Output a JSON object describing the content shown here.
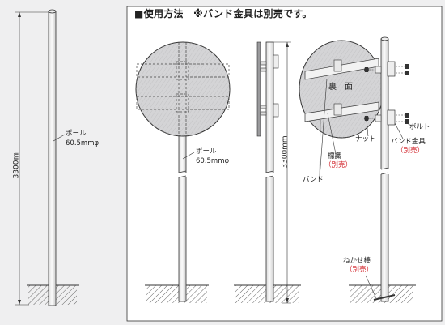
{
  "title": "■使用方法　※バンド金具は別売です。",
  "left": {
    "pole_label": "ポール",
    "pole_size": "60.5mmφ",
    "height_label": "3300㎜"
  },
  "fig1": {
    "pole_label": "ポール",
    "pole_size": "60.5mmφ"
  },
  "fig2": {
    "height_label": "3300mm"
  },
  "fig3": {
    "back_label": "裏　面",
    "bolt_label": "ボルト",
    "nut_label": "ナット",
    "band_fitting_label": "バンド金具",
    "band_fitting_note": "（別売）",
    "sign_label": "標識",
    "sign_note": "（別売）",
    "band_label": "バンド",
    "stake_label": "ねかせ棒",
    "stake_note": "（別売）"
  },
  "colors": {
    "background": "#efeff0",
    "panel": "#ffffff",
    "line": "#333333",
    "pole_fill": "#f4f4f4",
    "sign_fill": "#cfcfd1",
    "note_red": "#d2232a"
  }
}
